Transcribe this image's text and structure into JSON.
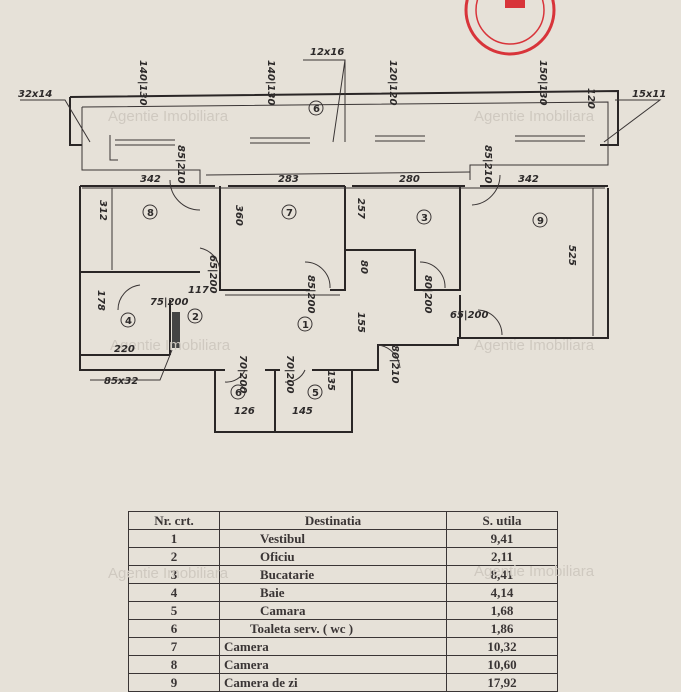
{
  "plan": {
    "top_dims": [
      "140|130",
      "140|130",
      "12x16",
      "120|120",
      "150|130"
    ],
    "side_dims": {
      "left_col": "32x14",
      "right_col": "15x11",
      "balcony_depth": "120"
    },
    "room_numbers": [
      "1",
      "2",
      "3",
      "4",
      "5",
      "6",
      "7",
      "8",
      "9",
      "6"
    ],
    "widths": [
      "342",
      "283",
      "280",
      "342"
    ],
    "heights": [
      "312",
      "360",
      "257",
      "525",
      "178",
      "155"
    ],
    "doors": [
      "85|210",
      "85|210",
      "65|200",
      "85|200",
      "80|200",
      "75|200",
      "65|200",
      "80|210",
      "70|200",
      "70|200"
    ],
    "misc": [
      "117",
      "80",
      "220",
      "85x32",
      "126",
      "145",
      "135"
    ],
    "watermark": "Agentie Imobiliara"
  },
  "table": {
    "headers": [
      "Nr. crt.",
      "Destinatia",
      "S. utila"
    ],
    "rows": [
      [
        "1",
        "Vestibul",
        "9,41"
      ],
      [
        "2",
        "Oficiu",
        "2,11"
      ],
      [
        "3",
        "Bucatarie",
        "8,41"
      ],
      [
        "4",
        "Baie",
        "4,14"
      ],
      [
        "5",
        "Camara",
        "1,68"
      ],
      [
        "6",
        "Toaleta serv. ( wc )",
        "1,86"
      ],
      [
        "7",
        "Camera",
        "10,32"
      ],
      [
        "8",
        "Camera",
        "10,60"
      ],
      [
        "9",
        "Camera de zi",
        "17,92"
      ]
    ]
  },
  "colors": {
    "paper": "#e6e1d8",
    "ink": "#2a2626",
    "stamp": "#d8343a"
  }
}
